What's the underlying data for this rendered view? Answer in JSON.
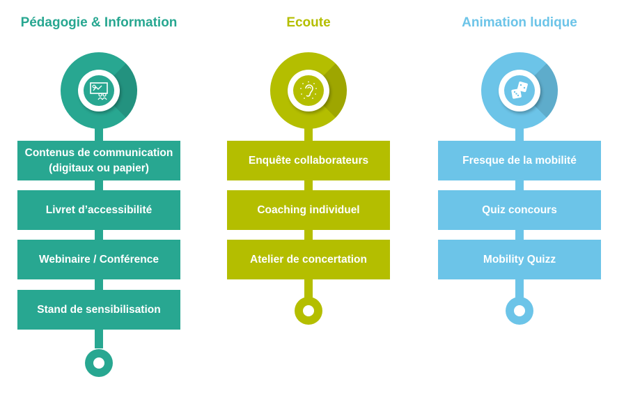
{
  "columns": [
    {
      "title": "Pédagogie & Information",
      "color": "#28a791",
      "icon": "presentation-icon",
      "items": [
        {
          "line1": "Contenus de communication",
          "line2": "(digitaux ou papier)"
        },
        {
          "line1": "Livret d’accessibilité",
          "line2": ""
        },
        {
          "line1": "Webinaire / Conférence",
          "line2": ""
        },
        {
          "line1": "Stand de sensibilisation",
          "line2": ""
        }
      ]
    },
    {
      "title": "Ecoute",
      "color": "#b4be00",
      "icon": "ear-icon",
      "items": [
        {
          "line1": "Enquête collaborateurs",
          "line2": ""
        },
        {
          "line1": "Coaching individuel",
          "line2": ""
        },
        {
          "line1": "Atelier de concertation",
          "line2": ""
        }
      ]
    },
    {
      "title": "Animation ludique",
      "color": "#6cc4e8",
      "icon": "dice-icon",
      "items": [
        {
          "line1": "Fresque de la mobilité",
          "line2": ""
        },
        {
          "line1": "Quiz concours",
          "line2": ""
        },
        {
          "line1": "Mobility Quizz",
          "line2": ""
        }
      ]
    }
  ]
}
